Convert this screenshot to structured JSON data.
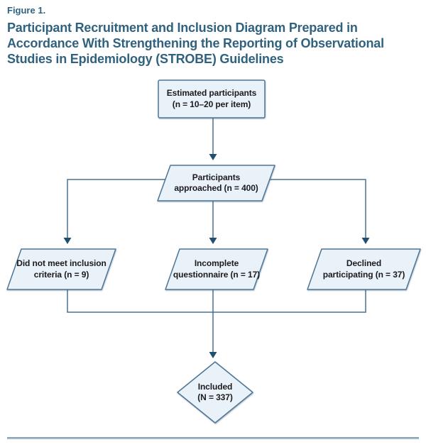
{
  "figure": {
    "label": "Figure 1.",
    "title_lines": [
      "Participant Recruitment and Inclusion Diagram Prepared in",
      "Accordance With Strengthening the Reporting of Observational",
      "Studies in Epidemiology (STROBE) Guidelines"
    ]
  },
  "flowchart": {
    "nodes": {
      "estimated": {
        "shape": "rectangle",
        "line1": "Estimated participants",
        "line2": "(n = 10–20 per item)"
      },
      "approached": {
        "shape": "parallelogram",
        "line1": "Participants",
        "line2": "approached (n = 400)"
      },
      "did_not_meet": {
        "shape": "parallelogram",
        "line1": "Did not meet inclusion",
        "line2": "criteria (n = 9)"
      },
      "incomplete": {
        "shape": "parallelogram",
        "line1": "Incomplete",
        "line2": "questionnaire (n = 17)"
      },
      "declined": {
        "shape": "parallelogram",
        "line1": "Declined",
        "line2": "participating (n = 37)"
      },
      "included": {
        "shape": "diamond",
        "line1": "Included",
        "line2": "(N = 337)"
      }
    },
    "edges": [
      {
        "from": "estimated",
        "to": "approached"
      },
      {
        "from": "approached",
        "to": "did_not_meet"
      },
      {
        "from": "approached",
        "to": "incomplete"
      },
      {
        "from": "approached",
        "to": "declined"
      },
      {
        "from": "did_not_meet",
        "to": "included"
      },
      {
        "from": "incomplete",
        "to": "included"
      },
      {
        "from": "declined",
        "to": "included"
      }
    ]
  },
  "colors": {
    "title": "#30627f",
    "node_fill": "#eaf2f9",
    "node_border": "#4d7496",
    "connector": "#49708f",
    "arrowhead": "#214f6f",
    "node_text": "#1b1b1d",
    "divider": "#a5b9c8"
  }
}
